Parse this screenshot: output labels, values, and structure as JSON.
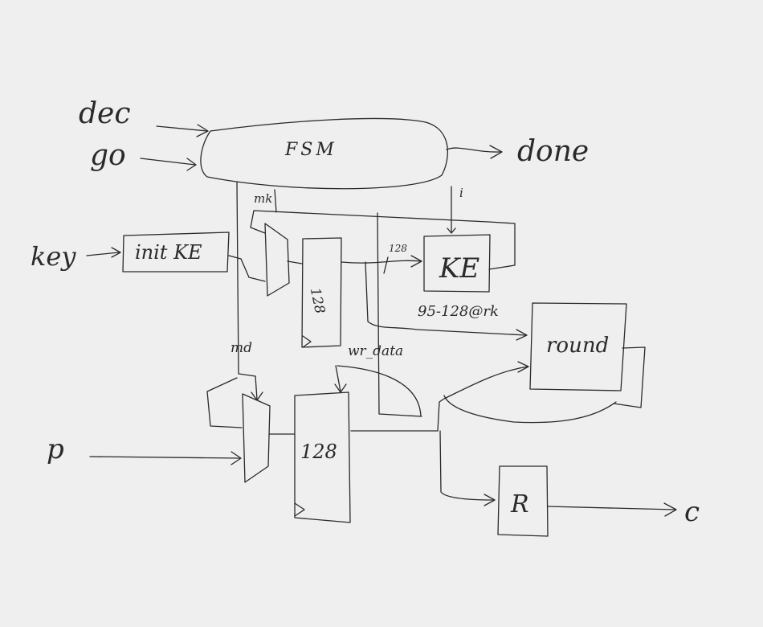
{
  "colors": {
    "background": "#efefef",
    "ink": "#2a2a2a"
  },
  "labels": {
    "dec": "dec",
    "go": "go",
    "fsm": "FSM",
    "done": "done",
    "key": "key",
    "init_ke": "init KE",
    "mk": "mk",
    "i": "i",
    "ke": "KE",
    "width_top": "128",
    "reg_top_width": "128",
    "rk_slice": "95-128@rk",
    "round": "round",
    "md": "md",
    "wr_data": "wr_data",
    "p": "p",
    "reg_bottom_width": "128",
    "r": "R",
    "c": "c"
  }
}
